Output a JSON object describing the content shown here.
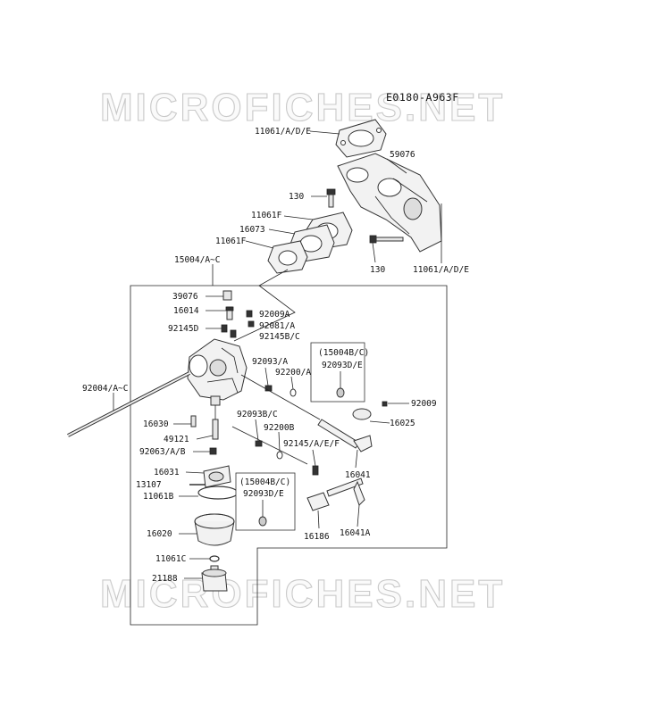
{
  "diagram_code": "E0180-A963F",
  "watermark": "MICROFICHES.NET",
  "labels": {
    "p11061_ade_top": "11061/A/D/E",
    "p59076": "59076",
    "p130_left": "130",
    "p11061F_a": "11061F",
    "p16073": "16073",
    "p11061F_b": "11061F",
    "p130_right": "130",
    "p11061_ade_right": "11061/A/D/E",
    "p15004_ac": "15004/A~C",
    "p39076": "39076",
    "p16014": "16014",
    "p92009A": "92009A",
    "p92145D": "92145D",
    "p92081A": "92081/A",
    "p92145BC": "92145B/C",
    "p92093A": "92093/A",
    "p92200A": "92200/A",
    "p15004bc_1": "(15004B/C)",
    "p92093de_1": "92093D/E",
    "p92004": "92004/A~C",
    "p92009": "92009",
    "p16025": "16025",
    "p16030": "16030",
    "p92093bc": "92093B/C",
    "p92200B": "92200B",
    "p49121": "49121",
    "p92145aef": "92145/A/E/F",
    "p92063ab": "92063/A/B",
    "p16041": "16041",
    "p16031": "16031",
    "p13107": "13107",
    "p15004bc_2": "(15004B/C)",
    "p11061B": "11061B",
    "p92093de_2": "92093D/E",
    "p16020": "16020",
    "p16186": "16186",
    "p16041A": "16041A",
    "p11061C": "11061C",
    "p21188": "21188"
  }
}
